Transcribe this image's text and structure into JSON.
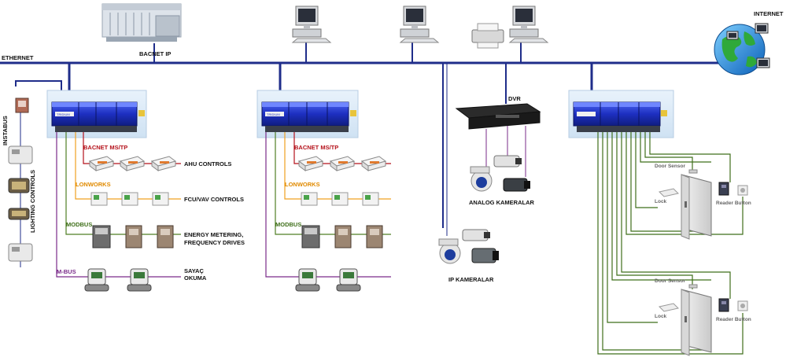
{
  "network": {
    "ethernet": "ETHERNET",
    "bacnet_ip": "BACNET IP",
    "internet": "INTERNET"
  },
  "left_column": {
    "instabus": "INSTABUS",
    "lighting_controls": "LIGHTING CONTROLS"
  },
  "controller_1": {
    "brand": "TRIDIUM",
    "bacnet": "BACNET MS/TP",
    "lonworks": "LONWORKS",
    "modbus": "MODBUS",
    "mbus": "M-BUS",
    "ahu": "AHU CONTROLS",
    "fcu": "FCU/VAV CONTROLS",
    "energy_line1": "ENERGY METERING,",
    "energy_line2": "FREQUENCY DRIVES",
    "sayac_line1": "SAYAÇ",
    "sayac_line2": "OKUMA"
  },
  "controller_2": {
    "brand": "TRIDIUM",
    "bacnet": "BACNET MS/TP",
    "lonworks": "LONWORKS",
    "modbus": "MODBUS"
  },
  "cameras": {
    "dvr": "DVR",
    "analog": "ANALOG KAMERALAR",
    "ip": "IP KAMERALAR"
  },
  "access": {
    "door_sensor": "Door Sensor",
    "lock": "Lock",
    "reader_button": "Reader Button"
  },
  "colors": {
    "ethernet": "#1f2d8a",
    "bacnet": "#b5121b",
    "lonworks": "#f0a020",
    "modbus": "#4f7f24",
    "mbus": "#7a2b8a",
    "controller": "#2a3fd0"
  }
}
